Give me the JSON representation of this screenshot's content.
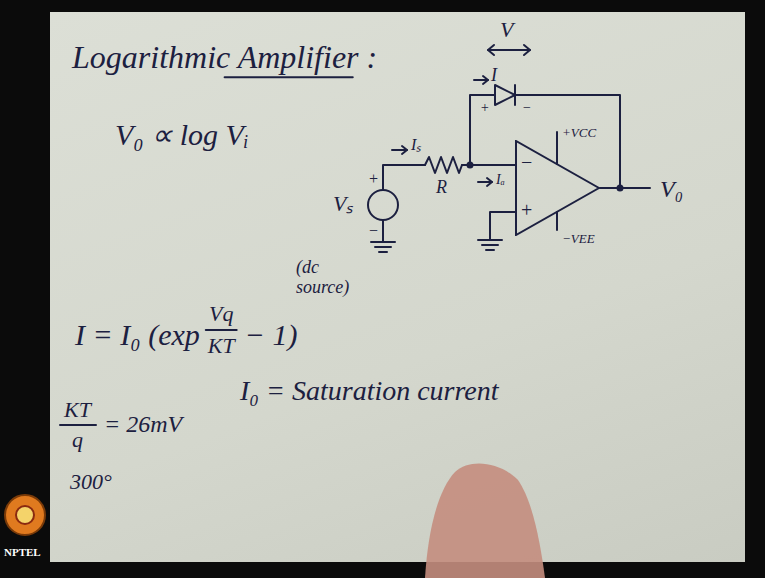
{
  "diagram": {
    "title": "Logarithmic Amplifier :",
    "nodes": [
      {
        "text": [
          "−",
          "+"
        ]
      }
    ],
    "labels": [
      "V₀ ∝ log Vᵢ",
      "V",
      "I",
      "+",
      "−",
      "+VCC",
      "−VEE",
      "V₀",
      "Iₛ",
      "R",
      "Iₐ",
      "+",
      "−",
      "Vₛ",
      "(dc source)",
      "I = I₀ (exp",
      "Vq",
      "KT",
      "− 1)",
      "I₀ = Saturation current",
      "KT",
      "q",
      "= 26mV",
      "300°",
      "NPTEL"
    ]
  }
}
